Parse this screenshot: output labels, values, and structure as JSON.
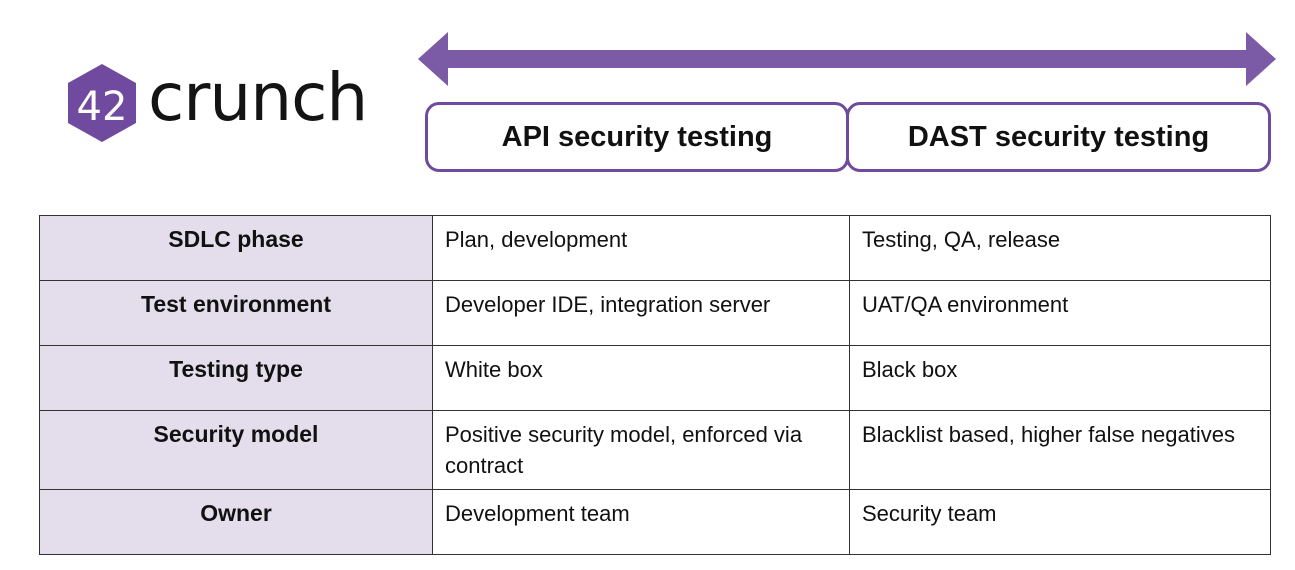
{
  "logo": {
    "mark_text": "42",
    "word": "crunch",
    "color": "#6f4a9e"
  },
  "colors": {
    "accent": "#6f4a9e",
    "label_bg": "#e3ddec"
  },
  "headers": {
    "api": "API security testing",
    "dast": "DAST security testing"
  },
  "table": {
    "rows": [
      {
        "label": "SDLC phase",
        "api": "Plan, development",
        "dast": "Testing, QA, release"
      },
      {
        "label": "Test environment",
        "api": "Developer IDE, integration server",
        "dast": "UAT/QA environment"
      },
      {
        "label": "Testing type",
        "api": "White box",
        "dast": "Black box"
      },
      {
        "label": "Security model",
        "api": "Positive security model, enforced via contract",
        "dast": "Blacklist based, higher false negatives"
      },
      {
        "label": "Owner",
        "api": "Development team",
        "dast": "Security team"
      }
    ]
  }
}
